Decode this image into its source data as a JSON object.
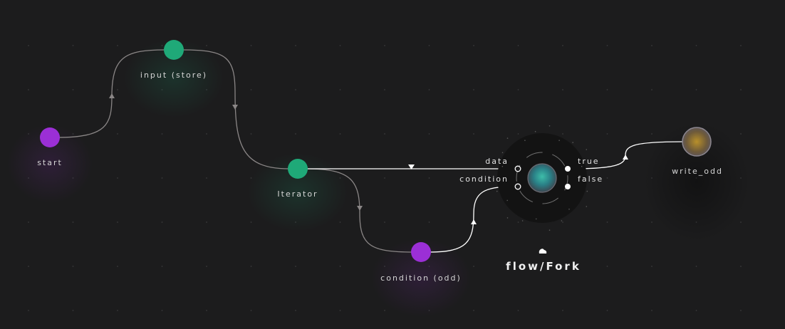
{
  "nodes": {
    "start": {
      "label": "start",
      "color": "#9b2fd6"
    },
    "input_store": {
      "label": "input (store)",
      "color": "#1fa978"
    },
    "iterator": {
      "label": "Iterator",
      "color": "#1fa978"
    },
    "condition_odd": {
      "label": "condition (odd)",
      "color": "#9b2fd6"
    },
    "write_odd": {
      "label": "write_odd",
      "color": "#b8902a"
    }
  },
  "fork": {
    "title": "flow/Fork",
    "inputs": {
      "data": "data",
      "condition": "condition"
    },
    "outputs": {
      "true": "true",
      "false": "false"
    }
  },
  "colors": {
    "background": "#1c1c1d",
    "edge_inactive": "#8a8686",
    "edge_active": "#ffffff",
    "fork_halo": "#131313",
    "fork_core": "#3aa89a"
  }
}
